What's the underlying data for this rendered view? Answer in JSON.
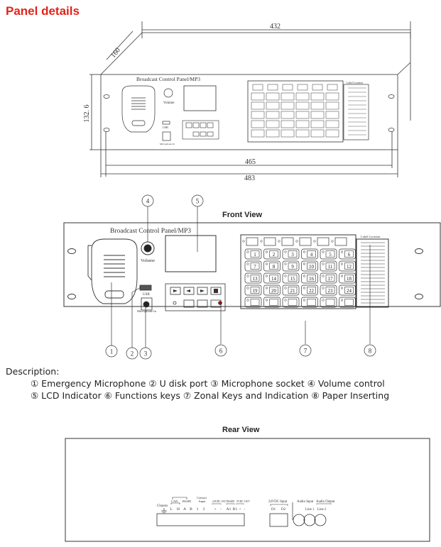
{
  "page_title": "Panel details",
  "top_drawing": {
    "dim_depth": "160",
    "dim_width": "432",
    "dim_height": "132. 6",
    "dim_465": "465",
    "dim_483": "483",
    "panel_title": "Broadcast Control Panel/MP3",
    "volume": "Volume",
    "usb": "USB",
    "mic_in": "Microphone In",
    "label_location": "Label Location"
  },
  "front_view": {
    "heading": "Front View",
    "panel_title": "Broadcast  Control  Panel/MP3",
    "volume": "Volume",
    "usb": "USB",
    "mic_in": "Microphone In",
    "label_location": "Label Location",
    "callouts": [
      "1",
      "2",
      "3",
      "4",
      "5",
      "6",
      "7",
      "8"
    ],
    "zone_keys": [
      "1",
      "2",
      "3",
      "4",
      "5",
      "6",
      "7",
      "8",
      "9",
      "10",
      "11",
      "12",
      "13",
      "14",
      "15",
      "16",
      "17",
      "18",
      "19",
      "20",
      "21",
      "22",
      "23",
      "24"
    ]
  },
  "description": {
    "heading": "Description:",
    "line1": "① Emergency Microphone ② U disk port ③ Microphone socket ④ Volume control",
    "line2": "⑤ LCD Indicator ⑥ Functions keys ⑦ Zonal Keys and Indication ⑧ Paper Inserting"
  },
  "rear_view": {
    "heading": "Rear View",
    "chassis": "Chassis",
    "can": "CAN",
    "rs485": "RS485",
    "contact": "Contact",
    "input": "Input",
    "dc_out": "24VDC OUT",
    "rs485_b": "RS485",
    "vdc_out": "5VDC OUT",
    "terminals": [
      "L",
      "H",
      "A",
      "B",
      "1",
      "2",
      "+",
      "-",
      "A1",
      "B1",
      "+",
      "-"
    ],
    "dc_input": "24VDC Input",
    "d1": "D1",
    "d2": "D2",
    "audio_input": "Audio Input",
    "audio_output": "Audio Output",
    "line1": "Line 1",
    "line2": "Line 2"
  },
  "colors": {
    "title": "#e2231a",
    "line": "#333333"
  }
}
